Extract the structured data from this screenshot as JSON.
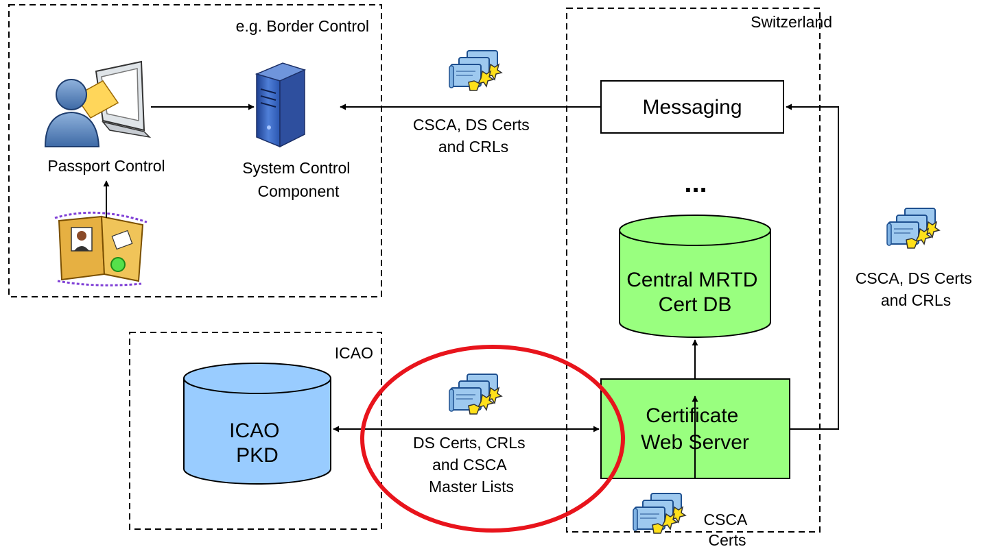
{
  "regions": {
    "border_control": "e.g. Border Control",
    "switzerland": "Switzerland",
    "icao": "ICAO"
  },
  "nodes": {
    "passport_control": "Passport Control",
    "system_control": [
      "System Control",
      "Component"
    ],
    "messaging": "Messaging",
    "ellipsis": "...",
    "central_db": [
      "Central MRTD",
      "Cert DB"
    ],
    "web_server": [
      "Certificate",
      "Web Server"
    ],
    "icao_pkd": [
      "ICAO",
      "PKD"
    ]
  },
  "flows": {
    "to_system": [
      "CSCA, DS Certs",
      "and CRLs"
    ],
    "to_messaging": [
      "CSCA, DS Certs",
      "and CRLs"
    ],
    "pkd_exchange": [
      "DS Certs, CRLs",
      "and CSCA",
      "Master Lists"
    ],
    "csca_certs": [
      "CSCA",
      "Certs"
    ]
  },
  "colors": {
    "green_fill": "#99ff7f",
    "blue_fill": "#99ccff",
    "highlight_ellipse": "#e8141c",
    "cert_blue": "#9ec9ef",
    "seal_yellow": "#ffe01a",
    "monitor_grey": "#dfe4e8",
    "server_blue": "#3b67c4"
  }
}
